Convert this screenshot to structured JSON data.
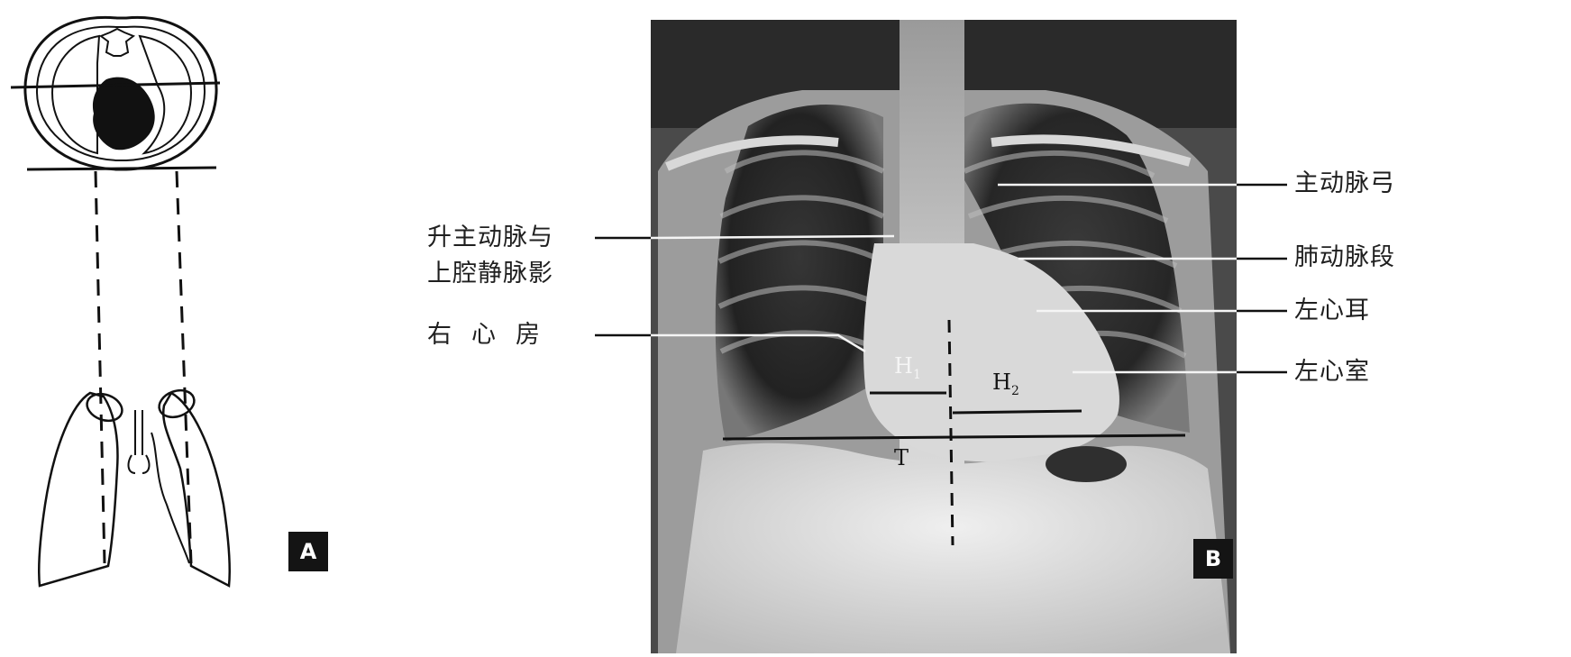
{
  "panel_a": {
    "tag": "A"
  },
  "panel_b": {
    "tag": "B",
    "labels_right": [
      "主动脉弓",
      "肺动脉段",
      "左心耳",
      "左心室"
    ],
    "labels_left": [
      "升主动脉与",
      "上腔静脉影",
      "右心房"
    ],
    "measure_h1": "H",
    "measure_h1_sub": "1",
    "measure_h2": "H",
    "measure_h2_sub": "2",
    "measure_t": "T"
  }
}
